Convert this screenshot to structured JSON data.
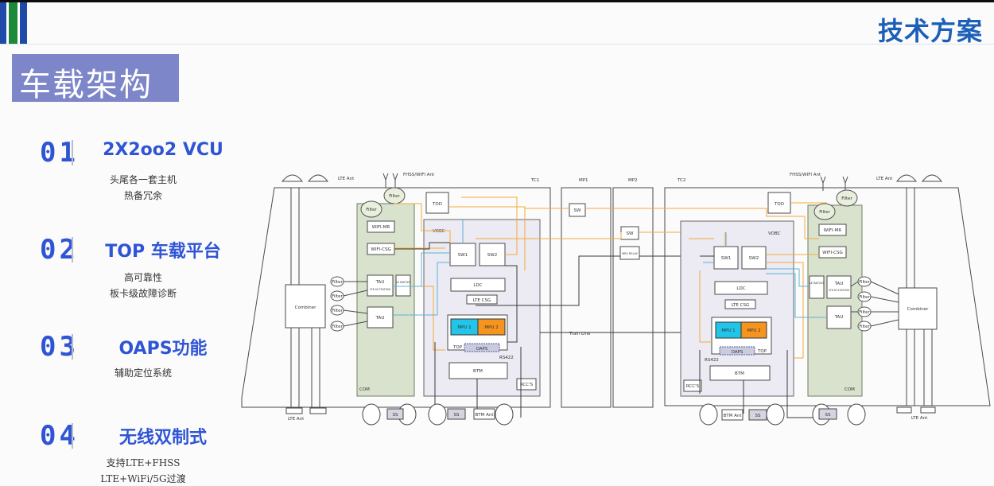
{
  "header": {
    "title": "技术方案"
  },
  "section": {
    "title": "车载架构"
  },
  "features": [
    {
      "num": "01",
      "name": "2X2oo2 VCU",
      "lines": [
        "头尾各一套主机",
        "热备冗余"
      ]
    },
    {
      "num": "02",
      "name": "TOP 车载平台",
      "lines": [
        "高可靠性",
        "板卡级故障诊断"
      ]
    },
    {
      "num": "03",
      "name": "OAPS功能",
      "lines": [
        "辅助定位系统"
      ]
    },
    {
      "num": "04",
      "name": "无线双制式",
      "lines": [
        "支持LTE+FHSS",
        "LTE+WiFi/5G过渡"
      ]
    }
  ],
  "diagram": {
    "cars": {
      "tc1": "TC1",
      "mp1": "MP1",
      "mp2": "MP2",
      "tc2": "TC2"
    },
    "antennas": {
      "lte": "LTE Ant",
      "fhss": "FHSS/WIFI Ant"
    },
    "left": {
      "filter": "Filter",
      "wifi_mr": "WIFI-MR",
      "wifi_csg": "WIFI-CSG",
      "tau": "TAU",
      "tau_sub": "LTE-M STATION",
      "le": "LE BAT/5G",
      "combiner": "Combiner",
      "com": "COM",
      "tod": "TOD",
      "vobc": "VOBC",
      "sw1": "SW1",
      "sw2": "SW2",
      "ldc": "LDC",
      "lte_csg": "LTE CSG",
      "mpu1": "MPU 1",
      "mpu2": "MPU 2",
      "top": "TOP",
      "oaps": "OAPS",
      "rs422": "RS422",
      "btm": "BTM",
      "rcc": "RCC'S",
      "ss": "SS",
      "btm_ant": "BTM Ant",
      "lte_ant": "LTE Ant"
    },
    "middle": {
      "sw": "SW",
      "train_line": "Train Line",
      "relay": "MPU RELAY"
    }
  }
}
